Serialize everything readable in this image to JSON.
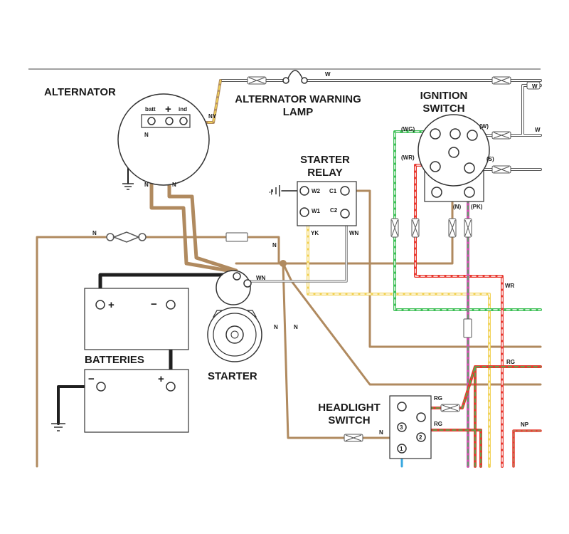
{
  "components": {
    "alternator": "ALTERNATOR",
    "warning_lamp": [
      "ALTERNATOR WARNING",
      "LAMP"
    ],
    "ignition_switch": [
      "IGNITION",
      "SWITCH"
    ],
    "starter_relay": [
      "STARTER",
      "RELAY"
    ],
    "batteries": "BATTERIES",
    "starter": "STARTER",
    "headlight_switch": [
      "HEADLIGHT",
      "SWITCH"
    ]
  },
  "terminals": {
    "alternator": {
      "batt": "batt",
      "plus": "+",
      "ind": "ind"
    },
    "relay": {
      "w2": "W2",
      "c1": "C1",
      "w1": "W1",
      "c2": "C2"
    },
    "ignition": {
      "wg": "(WG)",
      "w": "(W)",
      "wr": "(WR)",
      "s": "(S)",
      "n": "(N)",
      "pk": "(PK)"
    },
    "battery": {
      "plus": "+",
      "minus": "−"
    },
    "headlight": [
      "1",
      "2",
      "3"
    ]
  },
  "wire_codes": {
    "w1": "W",
    "w2": "W",
    "w3": "W",
    "ny": "NY",
    "alt_n1": "N",
    "alt_n2": "N",
    "alt_n3": "N",
    "n_fuse": "N",
    "n_mid1": "N",
    "n_mid2": "N",
    "n_mid3": "N",
    "n_head": "N",
    "yk": "YK",
    "wn_relay": "WN",
    "wn_starter": "WN",
    "wr": "WR",
    "rg1": "RG",
    "rg2": "RG",
    "rg3": "RG",
    "np": "NP",
    "ground": "-|"
  },
  "colors": {
    "brown": "#b08a5f",
    "yellow": "#f2d35a",
    "white": "#ffffff",
    "green": "#3cbf55",
    "red": "#e8382f",
    "pink": "#d24fb2",
    "black": "#1f1f1f"
  }
}
